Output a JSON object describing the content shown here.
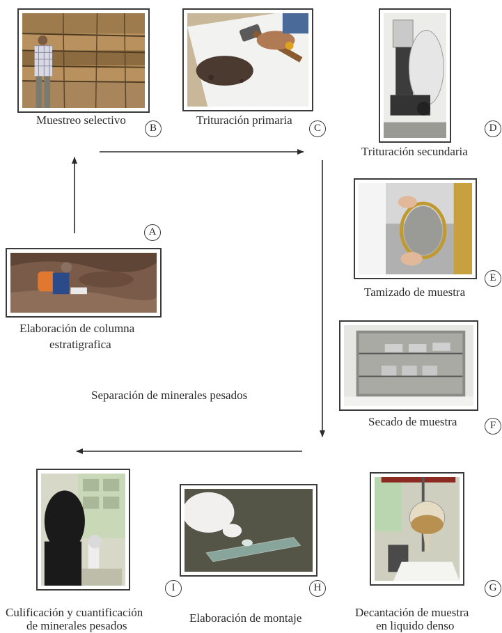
{
  "steps": {
    "A": {
      "letter": "A",
      "caption_l1": "Elaboración de columna",
      "caption_l2": "estratigrafica"
    },
    "B": {
      "letter": "B",
      "caption": "Muestreo selectivo"
    },
    "C": {
      "letter": "C",
      "caption": "Trituración primaria"
    },
    "D": {
      "letter": "D",
      "caption": "Trituración secundaria"
    },
    "E": {
      "letter": "E",
      "caption": "Tamizado de muestra"
    },
    "F": {
      "letter": "F",
      "caption": "Secado de muestra"
    },
    "G": {
      "letter": "G",
      "caption_l1": "Decantación de muestra",
      "caption_l2": "en liquido denso"
    },
    "H": {
      "letter": "H",
      "caption": "Elaboración de montaje"
    },
    "I": {
      "letter": "I",
      "caption_l1": "Culificación y cuantificación",
      "caption_l2": "de  minerales pesados"
    }
  },
  "center_label": "Separación de minerales pesados",
  "colors": {
    "arrow": "#2b2b2b",
    "frame": "#3a3a3a"
  }
}
